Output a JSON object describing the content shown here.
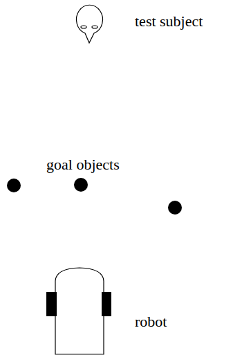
{
  "diagram": {
    "labels": [
      "test subject",
      "goal objects",
      "robot"
    ]
  }
}
